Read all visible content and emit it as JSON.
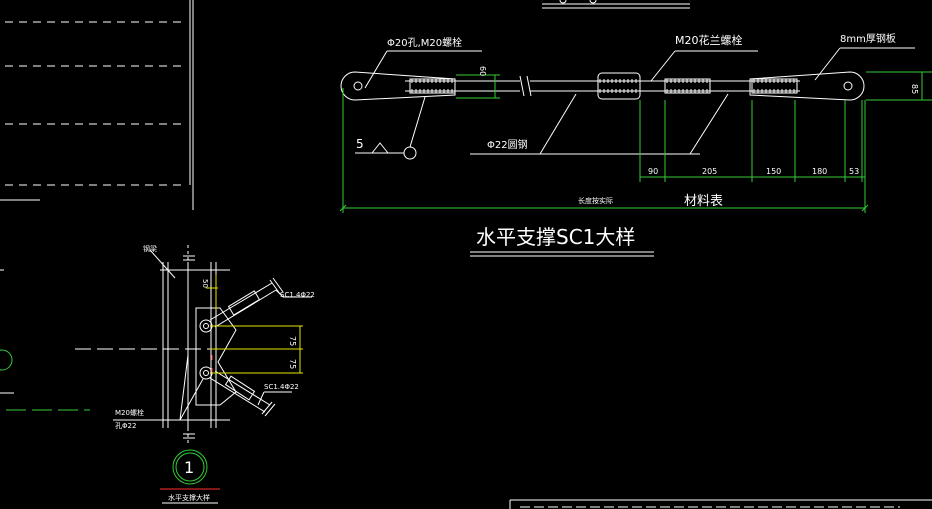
{
  "labels": {
    "bolt_hole": "Φ20孔,M20螺栓",
    "turnbuckle": "M20花兰螺栓",
    "plate": "8mm厚钢板",
    "round_steel": "Φ22圆钢",
    "section_no": "5",
    "dim_60": "60",
    "dim_85": "85",
    "dim_90": "90",
    "dim_205": "205",
    "dim_150": "150",
    "dim_180": "180",
    "dim_53": "53",
    "overall_note": "长度按实际",
    "material_table": "材料表",
    "main_title": "水平支撑SC1大样",
    "steel_beam": "钢梁",
    "dim_50": "50",
    "dim_75a": "75",
    "dim_75b": "75",
    "sc_upper": "SC1.4Φ22",
    "sc_lower": "SC1.4Φ22",
    "bolt_note_1": "M20螺栓",
    "bolt_note_2": "孔Φ22",
    "detail_no": "1",
    "detail_caption": "水平支撑大样"
  },
  "colors": {
    "background": "#000000",
    "line": "#ffffff",
    "dimension": "#33cc33",
    "highlight": "#e6e600",
    "accent": "#ff3030"
  }
}
